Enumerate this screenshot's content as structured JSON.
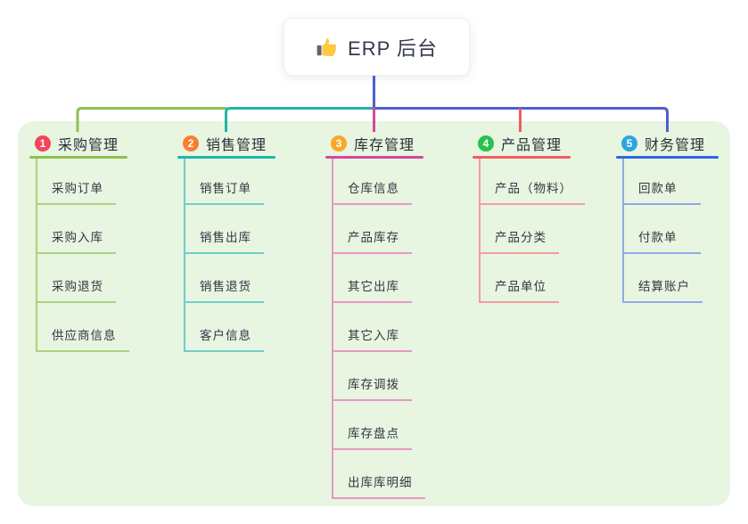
{
  "root": {
    "label": "ERP 后台",
    "icon": "thumbs-up-icon"
  },
  "colors": {
    "panel_bg": "#E7F5E1",
    "bus": "#4E5FD0",
    "root_card_bg": "#FFFFFF",
    "title_text": "#2b2f38",
    "item_text": "#33373f"
  },
  "branches": [
    {
      "number": "1",
      "title": "采购管理",
      "badge_color": "#F2455A",
      "accent": "#8CC152",
      "line_light": "#ABD47E",
      "items": [
        "采购订单",
        "采购入库",
        "采购退货",
        "供应商信息"
      ]
    },
    {
      "number": "2",
      "title": "销售管理",
      "badge_color": "#FA7D31",
      "accent": "#1FB5A9",
      "line_light": "#72CEC6",
      "items": [
        "销售订单",
        "销售出库",
        "销售退货",
        "客户信息"
      ]
    },
    {
      "number": "3",
      "title": "库存管理",
      "badge_color": "#F9A825",
      "accent": "#D4489E",
      "line_light": "#E897C6",
      "items": [
        "仓库信息",
        "产品库存",
        "其它出库",
        "其它入库",
        "库存调拨",
        "库存盘点",
        "出库库明细"
      ]
    },
    {
      "number": "4",
      "title": "产品管理",
      "badge_color": "#27C24C",
      "accent": "#F25B62",
      "line_light": "#F69CA0",
      "items": [
        "产品（物料）",
        "产品分类",
        "产品单位"
      ]
    },
    {
      "number": "5",
      "title": "财务管理",
      "badge_color": "#2BA6DE",
      "accent": "#2E68E0",
      "line_light": "#94A9E8",
      "items": [
        "回款单",
        "付款单",
        "结算账户"
      ]
    }
  ]
}
